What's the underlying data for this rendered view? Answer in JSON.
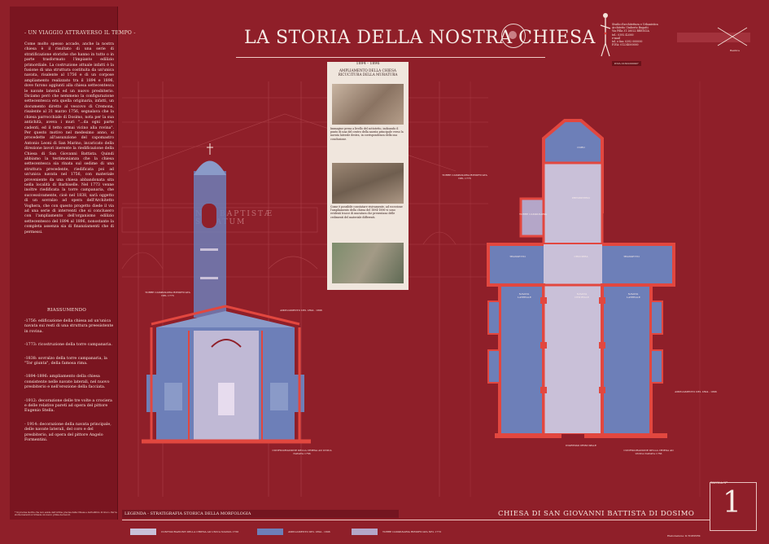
{
  "header": {
    "title": "LA STORIA DELLA NOSTRA CHIESA",
    "studio_lines": [
      "Studio d'architettura e Urbanistica",
      "Architetto Umberto Bugatti",
      "Via Pilla 31 26022 BRESCIA",
      "tel.: 0392 42000",
      "e-mail",
      "tel. e fax: 0392 000000",
      "P.IVA: 01234000000"
    ],
    "studio_tag": "P.IVA 01302200997",
    "arrow_label": "Basilica"
  },
  "left_column": {
    "section_title": "- UN VIAGGIO ATTRAVERSO IL TEMPO -",
    "body": "Come molto spesso accade, anche la nostra chiesa è il risultato di una serie di stratificazione storiche che hanno in tutto o in parte trasformato l'impianto edilizio primordiale. La costruzione attuale infatti è la fusione di una struttura costituita da un'unica navata, risalente al 1756 e di un corpose ampliamento realizzato tra il 1894 e 1896, dove furono aggiunti alla chiesa settecentesca le navate laterali ed un nuovo presbiterio. Diciamo però che nemmeno la configurazione settecentesca era quella originaria, infatti, un documento diretto al vescovo di Cremona, risalente al 31 marzo 1756, segnalava che la chiesa parrocchiale di Dosimo, nota per la sua antichità, aveva i muri \"...da ogni parte cadenti, ed il tetto ormai vicino alla rovina\". Per questo motivo nel medesimo anno, si procedette all'assunzione del capomastro Antonio Leoni di San Marino, incaricato della direzione lavori inerente la riedificazione della Chiesa di San Giovanni Battista. Quindi abbiamo la testimonianza che la chiesa settecentesca sia rinata sul sedime di una struttura precedente, riedificata poi ad un'unica navata nel 1756, con materiale proveniente da una chiesa abbandonata sita nella località di Barbiselle. Nel 1773 venne inoltre riedificata la torre campanaria, che successivamente, cioè nel 1838, sarà oggetto di un sovralzo ad opera dell'Architetto Voghera, che con questo progetto diede il via ad una serie di interventi che si conclusero con l'ampliamento dell'organismo edilizio settecentesco del 1894 al 1896, nonostante la completa assenza sia di finanziamenti che di permessi.",
    "summary_heading": "RIASSUMENDO",
    "summary": [
      "-1756: edificazione della chiesa ad un'unica navata sui resti di una struttura preesistente in rovina.",
      "-1773: ricostruzione della torre campanaria.",
      "-1838: sovralzo della torre campanaria, la \"Tor giunta\", della famosa rima.",
      "-1894-1896: ampliamento della chiesa consistente nelle navate laterali, nel nuovo presbiterio e nell'erezione della facciata.",
      "-1912: decorazione delle tre volte a crociera e delle relative pareti ad opera del pittore Eugenio Stella.",
      "- 1914: decorazione della navata principale, delle navate laterali, del coro e del presbiterio, ad opera del pittore Angelo Formentini."
    ],
    "footnote": "* Si precisa inoltre che non esiste dell'ordine precisa della Chiesa e dell'edificio di Gioco. Per la storia inerenti si richiede un nuovo prima dei lavori."
  },
  "photo_panel": {
    "date": "1894 - 1896",
    "heading": "AMPLIAMENTO DELLA CHIESA RICUCITURA DELLA MURATURA",
    "caption_1": "Immagine presa a livello del sottotetto, indicando il punto di una del centro della navata principale verso la navata laterale destra, in corrispondenza della sua conclusione.",
    "caption_2": "Come è possibile constatare visivamente, ad eccezione l'ampliamento della chiesa del 1894-1896 vi sono evidenti tracce di muratura che presentano delle cedimenti del materiale differenti."
  },
  "drawing_labels": {
    "facade_inscription": "NNI BAPTISTÆ SACATUM",
    "tower_label": "TORRE CAMPANARIA RIEDIFICATA NEL 1773",
    "ampliamento_section": "AMPLIAMENTO DEL 1894 - 1896",
    "config_section": "CONFIGURAZIONE DELLA CHIESA AD UNICA NAVATA 1756",
    "plan_tower_label": "TORRE CAMPANARIA RIEDIFICATA NEL 1773",
    "plan_ampliamento": "AMPLIAMENTO DEL 1894 - 1896",
    "plan_config": "CONFIGURAZIONE DELLA CHIESA AD UNICA NAVATA 1756",
    "coro": "CORO",
    "presbiterio": "PRESBITERIO",
    "torre": "TORRE CAMPANARIA",
    "transetto_left": "TRANSETTO",
    "crociera": "CROCIERA",
    "transetto_right": "TRANSETTO",
    "navata_left": "NAVATA LATERALE",
    "navata_center": "NAVATA CENTRALE",
    "navata_right": "NAVATA LATERALE",
    "ingresso": "INGRESSO PRINCIPALE"
  },
  "footer": {
    "legend_title": "LEGENDA - STRATIGRAFIA STORICA DELLA MORFOLOGIA",
    "church_name": "CHIESA DI SAN GIOVANNI BATTISTA DI DOSIMO",
    "legend_items": [
      {
        "label": "CONFIGURAZIONE DELLA CHIESA AD UNICA NAVATA 1756",
        "color": "#c9c0d8"
      },
      {
        "label": "AMPLIAMENTO DEL 1894 - 1896",
        "color": "#6d7fb8"
      },
      {
        "label": "TORRE CAMPANARIA RIEDIFICATA NEL 1773",
        "color": "#b4a6c8"
      }
    ],
    "panel_label": "TAVOLA N°",
    "panel_number": "1",
    "brand": "Elaborazione: D.TOPOVEK"
  },
  "colors": {
    "background": "#8f1f29",
    "blue_1896": "#6d7fb8",
    "lavender_1756": "#c9c0d8",
    "outline_red": "#e2473f"
  }
}
